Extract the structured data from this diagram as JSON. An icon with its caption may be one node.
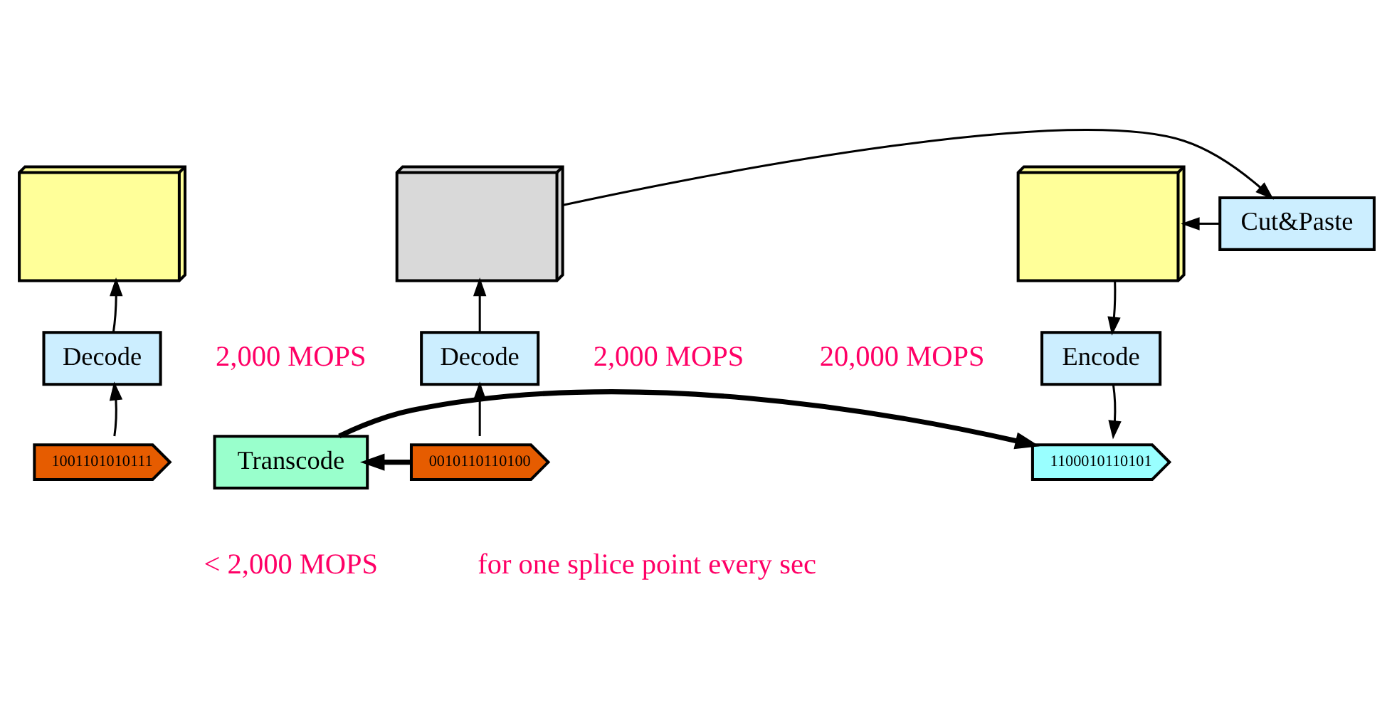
{
  "diagram": {
    "nodes": [
      {
        "text": [],
        "shape": "picture"
      },
      {
        "text": [],
        "shape": "picture"
      },
      {
        "text": [
          "Cut&Paste"
        ]
      },
      {
        "text": [],
        "shape": "picture"
      },
      {
        "text": [
          "Decode"
        ]
      },
      {
        "text": [
          "Decode"
        ]
      },
      {
        "text": [
          "Encode"
        ]
      },
      {
        "text": [
          "1001101010111"
        ]
      },
      {
        "text": [
          "0010110110100"
        ]
      },
      {
        "text": [
          "Transcode"
        ]
      },
      {
        "text": [
          "1100010110101"
        ]
      }
    ],
    "edges": [
      {
        "from": 7,
        "to": 4,
        "arrow": "to"
      },
      {
        "from": 4,
        "to": 0,
        "arrow": "to"
      },
      {
        "from": 8,
        "to": 5,
        "arrow": "to"
      },
      {
        "from": 5,
        "to": 1,
        "arrow": "to"
      },
      {
        "from": 1,
        "to": 2,
        "arrow": "to"
      },
      {
        "from": 2,
        "to": 3,
        "arrow": "to"
      },
      {
        "from": 3,
        "to": 6,
        "arrow": "to"
      },
      {
        "from": 6,
        "to": 10,
        "arrow": "to"
      },
      {
        "from": 8,
        "to": 9,
        "arrow": "to",
        "style": "thick"
      },
      {
        "from": 9,
        "to": 10,
        "arrow": "to",
        "style": "thick"
      }
    ],
    "labels": [
      "2,000 MOPS",
      "2,000 MOPS",
      "20,000 MOPS",
      "< 2,000 MOPS",
      "for one splice point every sec"
    ]
  }
}
